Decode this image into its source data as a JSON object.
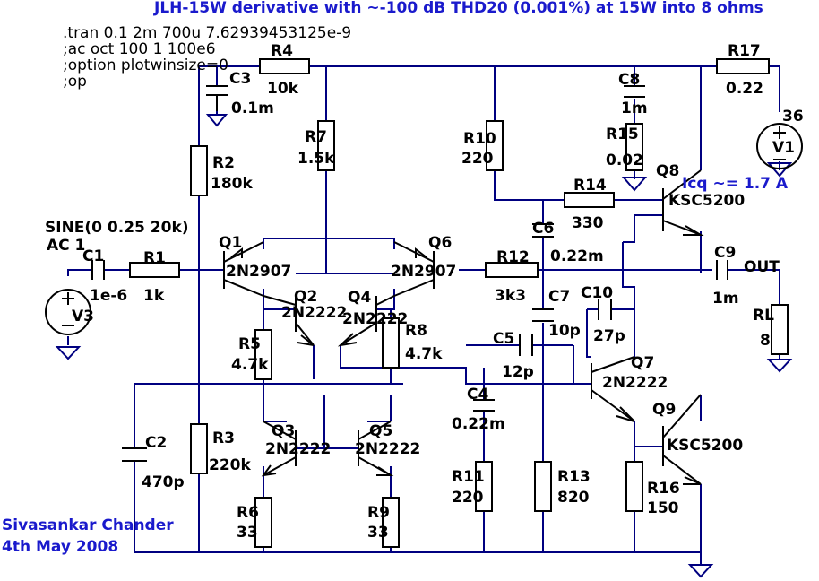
{
  "title": "JLH-15W derivative with ~-100 dB THD20 (0.001%) at 15W into 8 ohms",
  "directives": [
    ".tran 0.1 2m 700u 7.62939453125e-9",
    ";ac oct 100 1 100e6",
    ";option plotwinsize=0",
    ";op"
  ],
  "author": "Sivasankar Chander",
  "date": "4th May 2008",
  "icq_note": "Icq ~= 1.7 A",
  "labels": {
    "R4": "R4",
    "R4v": "10k",
    "C3": "C3",
    "C3v": "0.1m",
    "R2": "R2",
    "R2v": "180k",
    "R7": "R7",
    "R7v": "1.5k",
    "R10": "R10",
    "R10v": "220",
    "C8": "C8",
    "C8v": "1m",
    "R15": "R15",
    "R15v": "0.02",
    "R17": "R17",
    "R17v": "0.22",
    "V1": "V1",
    "V1v": "36",
    "Q8": "Q8",
    "Q8t": "KSC5200",
    "R14": "R14",
    "R14v": "330",
    "C6": "C6",
    "C6v": "0.22m",
    "C9": "C9",
    "C9v": "1m",
    "OUT": "OUT",
    "RL": "RL",
    "RLv": "8",
    "sine": "SINE(0 0.25 20k)",
    "ac": "AC 1",
    "C1": "C1",
    "C1v": "1e-6",
    "R1": "R1",
    "R1v": "1k",
    "V3": "V3",
    "Q1": "Q1",
    "Q1t": "2N2907",
    "Q6": "Q6",
    "Q6t": "2N2907",
    "R12": "R12",
    "R12v": "3k3",
    "C7": "C7",
    "C7v": "10p",
    "C10": "C10",
    "C10v": "27p",
    "Q2": "Q2",
    "Q2t": "2N2222",
    "Q4": "Q4",
    "Q4t": "2N2222",
    "R8": "R8",
    "R8v": "4.7k",
    "R5": "R5",
    "R5v": "4.7k",
    "C5": "C5",
    "C5v": "12p",
    "Q7": "Q7",
    "Q7t": "2N2222",
    "C4": "C4",
    "C4v": "0.22m",
    "Q9": "Q9",
    "Q9t": "KSC5200",
    "C2": "C2",
    "C2v": "470p",
    "R3": "R3",
    "R3v": "220k",
    "Q3": "Q3",
    "Q3t": "2N2222",
    "Q5": "Q5",
    "Q5t": "2N2222",
    "R11": "R11",
    "R11v": "220",
    "R13": "R13",
    "R13v": "820",
    "R16": "R16",
    "R16v": "150",
    "R6": "R6",
    "R6v": "33",
    "R9": "R9",
    "R9v": "33"
  }
}
